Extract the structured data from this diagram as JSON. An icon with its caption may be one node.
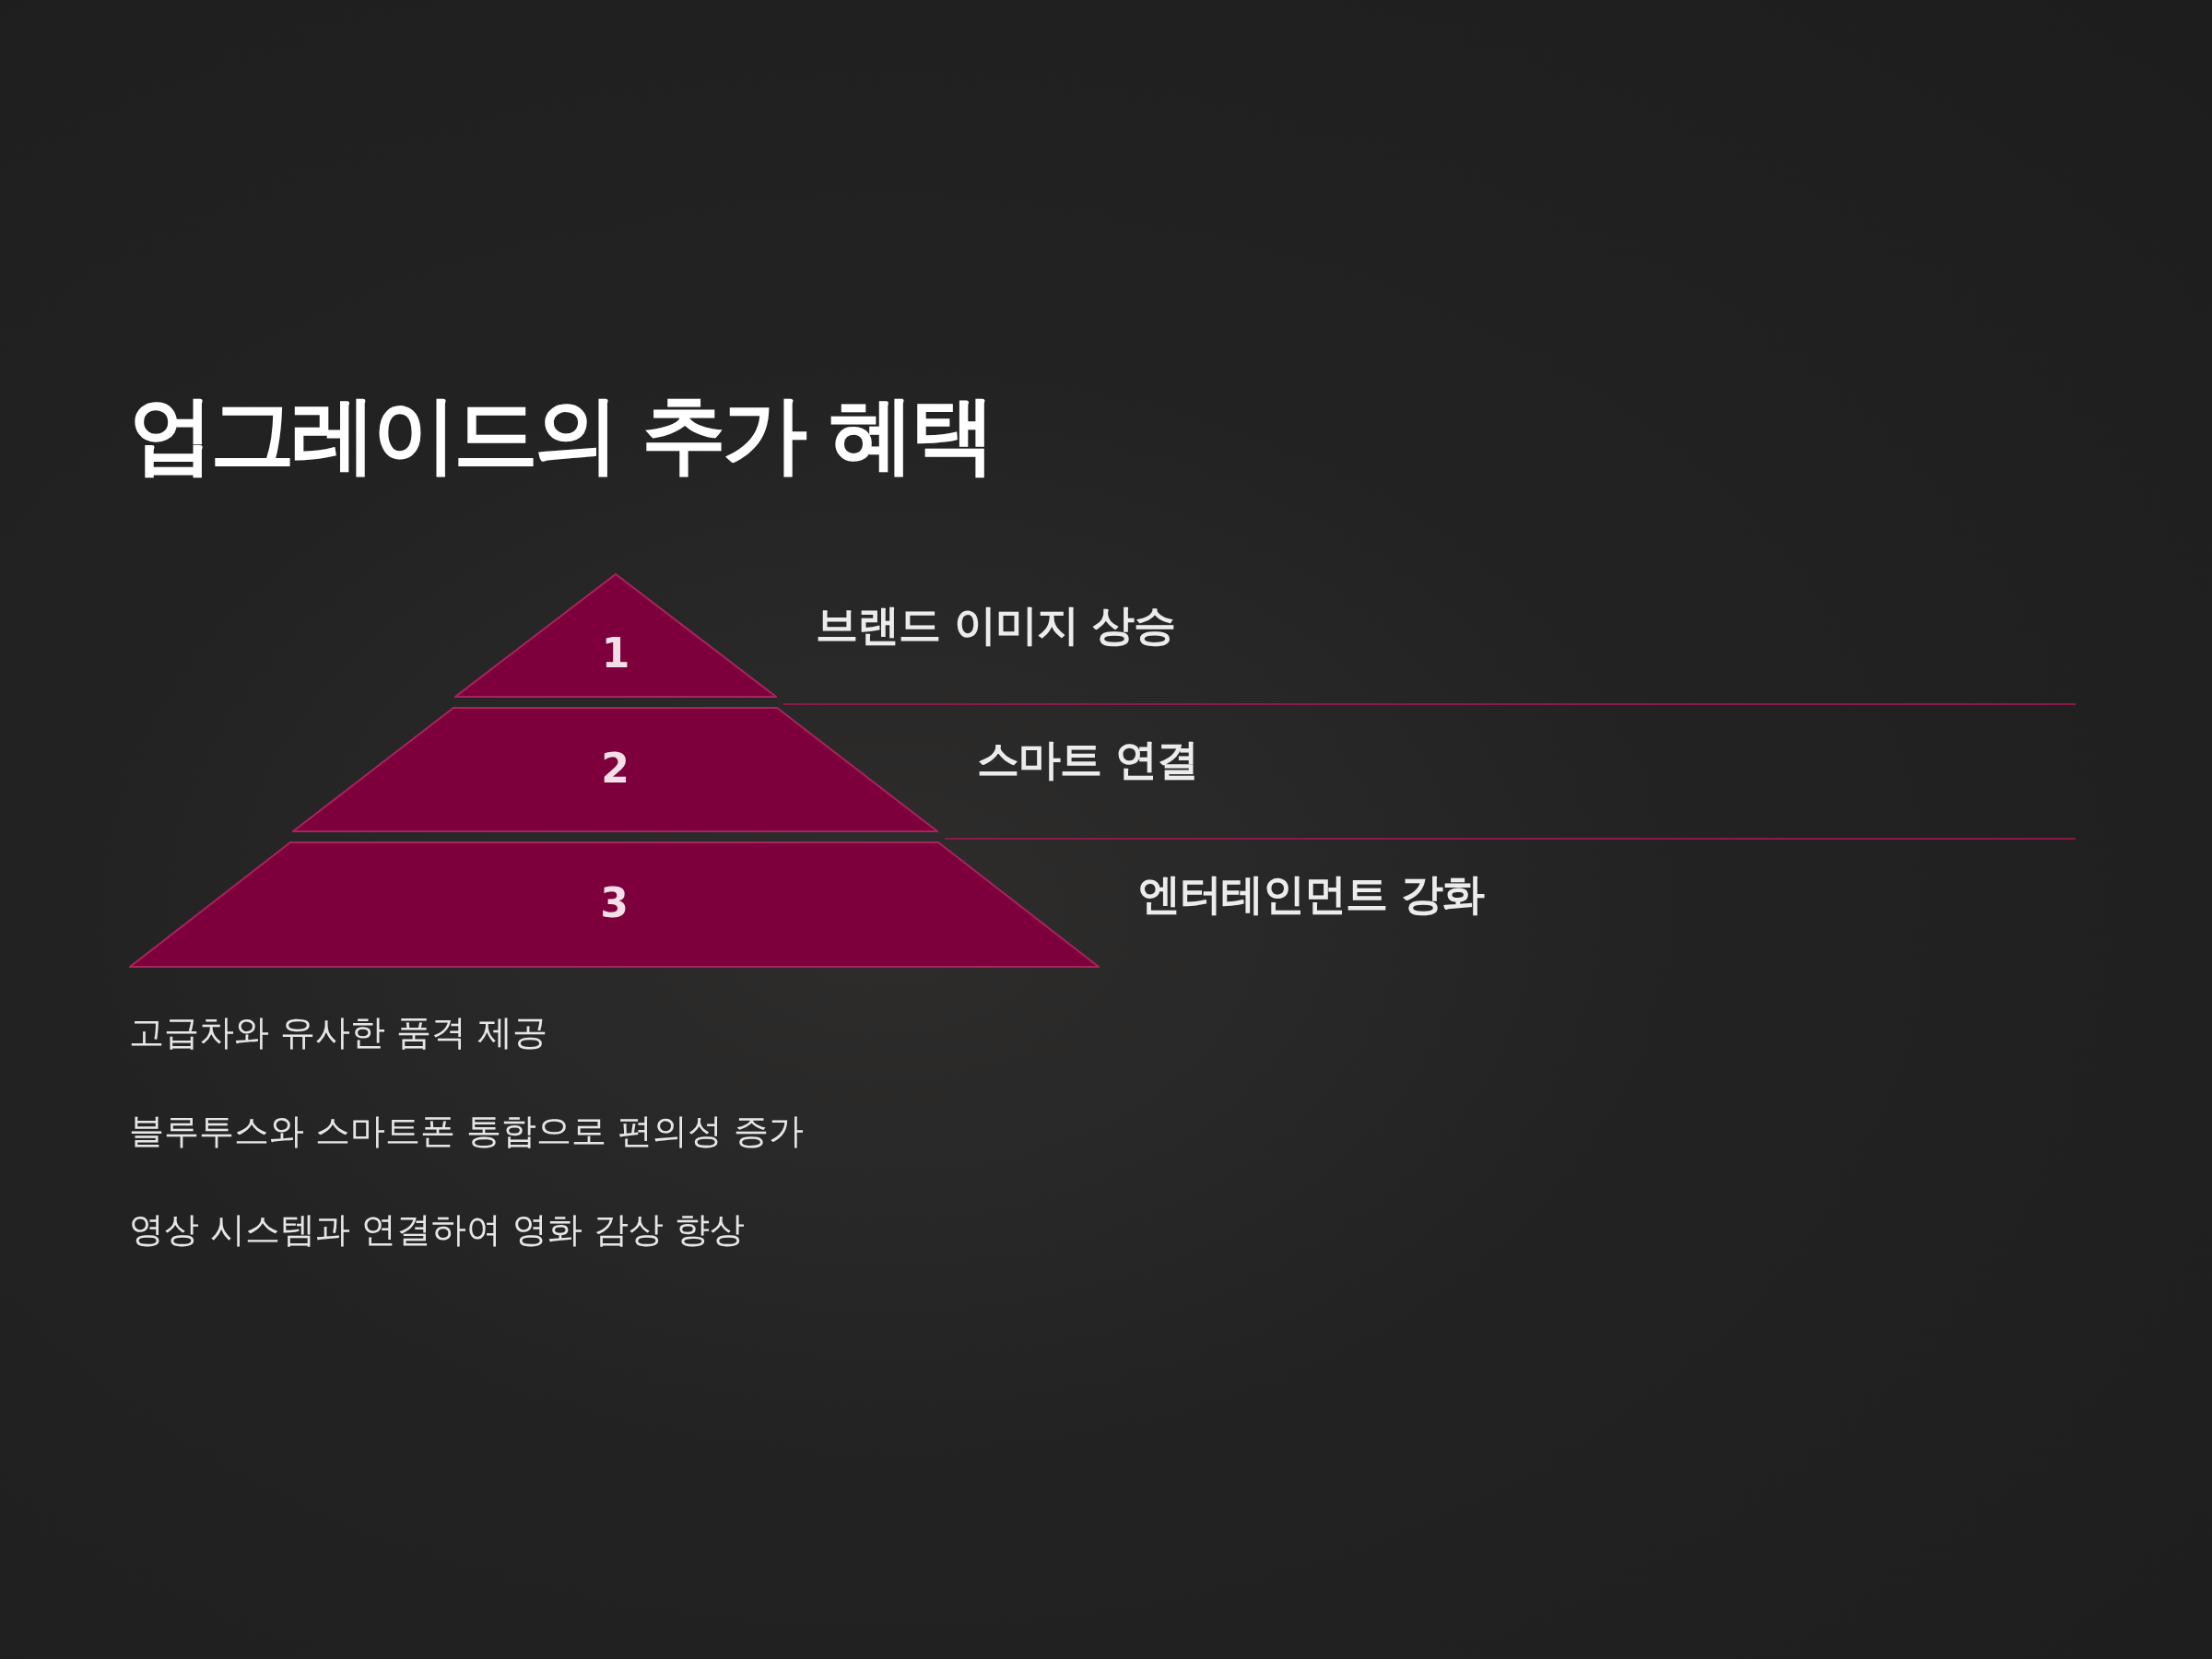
{
  "diagram": {
    "title": "업그레이드의 추가 혜택",
    "nodes": [
      {
        "text": [
          "1"
        ],
        "beside": [
          "브랜드 이미지 상승"
        ]
      },
      {
        "text": [
          "2"
        ],
        "beside": [
          "스마트 연결"
        ]
      },
      {
        "text": [
          "3"
        ],
        "beside": [
          "엔터테인먼트 강화"
        ]
      }
    ],
    "labels": [
      "고급차와 유사한 품격 제공",
      "블루투스와 스마트폰 통합으로 편의성 증가",
      "영상 시스템과 연결하여 영화 감상 향상"
    ]
  }
}
